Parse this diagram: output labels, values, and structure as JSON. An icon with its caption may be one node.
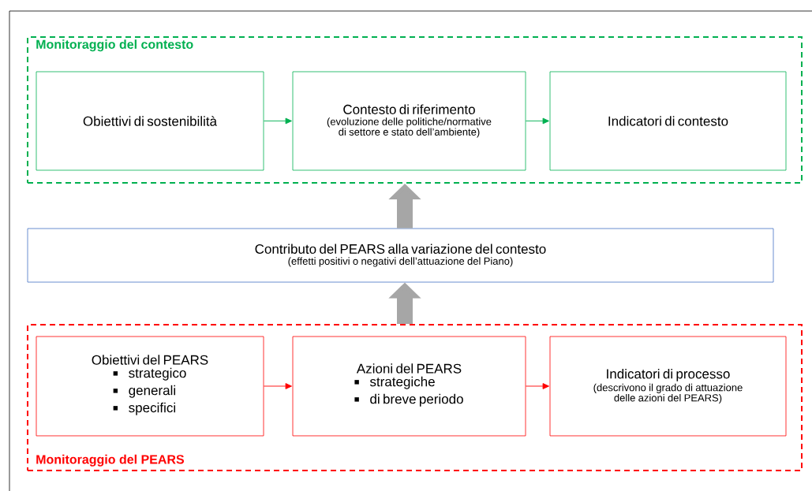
{
  "diagram": {
    "nodes": [
      {
        "text": [
          "Monitoraggio del contesto"
        ]
      },
      {
        "text": [
          "Obiettivi di sostenibilità"
        ],
        "in": 0
      },
      {
        "text": [
          "Contesto di riferimento",
          "(evoluzione delle politiche/normative di settore e stato dell’ambiente)"
        ],
        "in": 0
      },
      {
        "text": [
          "Indicatori di contesto"
        ],
        "in": 0
      },
      {
        "text": [
          "Contributo del PEARS alla variazione del contesto",
          "(effetti positivi o negativi dell’attuazione del Piano)"
        ]
      },
      {
        "text": [
          "Monitoraggio del PEARS"
        ]
      },
      {
        "text": [
          "Obiettivi del PEARS",
          "strategico",
          "generali",
          "specifici"
        ],
        "in": 5
      },
      {
        "text": [
          "Azioni del PEARS",
          "strategiche",
          "di breve periodo"
        ],
        "in": 5
      },
      {
        "text": [
          "Indicatori di processo",
          "(descrivono il grado di attuazione delle azioni del PEARS)"
        ],
        "in": 5
      }
    ],
    "edges": [
      {
        "from": 1,
        "to": 2,
        "arrow": "to",
        "color": "#00b050"
      },
      {
        "from": 2,
        "to": 3,
        "arrow": "to",
        "color": "#00b050"
      },
      {
        "from": 6,
        "to": 7,
        "arrow": "to",
        "color": "#ff0000"
      },
      {
        "from": 7,
        "to": 8,
        "arrow": "to",
        "color": "#ff0000"
      },
      {
        "from": 5,
        "to": 4,
        "arrow": "to",
        "style": "thick",
        "color": "#a6a6a6"
      },
      {
        "from": 4,
        "to": 0,
        "arrow": "to",
        "style": "thick",
        "color": "#a6a6a6"
      }
    ]
  }
}
